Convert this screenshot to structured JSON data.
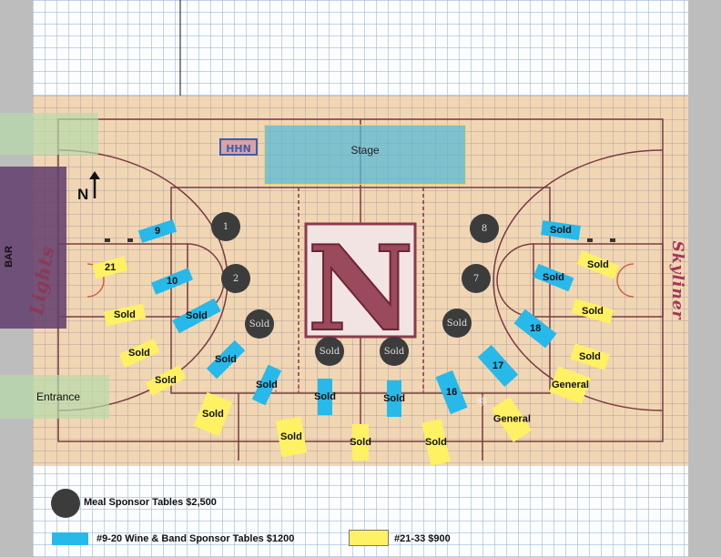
{
  "stage_label": "Stage",
  "bar_label": "BAR",
  "entrance_label": "Entrance",
  "lights_text": "Lights",
  "skyliner_text": "Skyliner",
  "logo_text": "HHN",
  "compass_label": "N",
  "center_letter": "N",
  "tables": [
    {
      "label": "1",
      "kind": "meal"
    },
    {
      "label": "2",
      "kind": "meal"
    },
    {
      "label": "Sold",
      "kind": "meal"
    },
    {
      "label": "Sold",
      "kind": "meal"
    },
    {
      "label": "Sold",
      "kind": "meal"
    },
    {
      "label": "Sold",
      "kind": "meal"
    },
    {
      "label": "7",
      "kind": "meal"
    },
    {
      "label": "8",
      "kind": "meal"
    },
    {
      "label": "9",
      "kind": "wine"
    },
    {
      "label": "10",
      "kind": "wine"
    },
    {
      "label": "Sold",
      "kind": "wine"
    },
    {
      "label": "Sold",
      "kind": "wine"
    },
    {
      "label": "Sold",
      "kind": "wine"
    },
    {
      "label": "Sold",
      "kind": "wine"
    },
    {
      "label": "Sold",
      "kind": "wine"
    },
    {
      "label": "16",
      "kind": "wine"
    },
    {
      "label": "17",
      "kind": "wine"
    },
    {
      "label": "18",
      "kind": "wine"
    },
    {
      "label": "Sold",
      "kind": "wine"
    },
    {
      "label": "Sold",
      "kind": "wine"
    },
    {
      "label": "21",
      "kind": "general"
    },
    {
      "label": "Sold",
      "kind": "general"
    },
    {
      "label": "Sold",
      "kind": "general"
    },
    {
      "label": "Sold",
      "kind": "general"
    },
    {
      "label": "Sold",
      "kind": "general"
    },
    {
      "label": "Sold",
      "kind": "general"
    },
    {
      "label": "Sold",
      "kind": "general"
    },
    {
      "label": "Sold",
      "kind": "general"
    },
    {
      "label": "General",
      "kind": "general"
    },
    {
      "label": "General",
      "kind": "general"
    },
    {
      "label": "Sold",
      "kind": "general"
    },
    {
      "label": "Sold",
      "kind": "general"
    },
    {
      "label": "Sold",
      "kind": "general"
    }
  ],
  "legend": {
    "meal": "Meal Sponsor Tables $2,500",
    "wine": "#9-20 Wine & Band Sponsor Tables $1200",
    "general": "#21-33 $900"
  },
  "colors": {
    "meal": "#3c3c3c",
    "wine": "#27b9ea",
    "general": "#fff163",
    "court": "#f1d6b4",
    "court_lines": "#7a3b44",
    "stage": "#5abad7"
  }
}
